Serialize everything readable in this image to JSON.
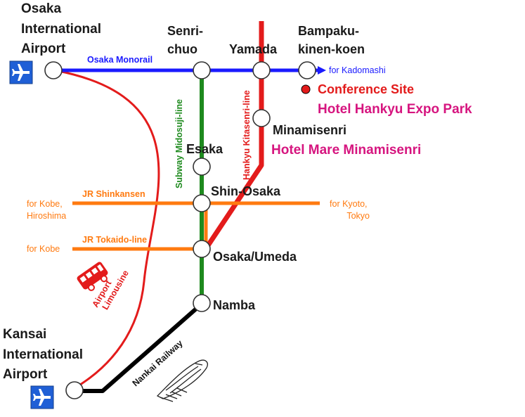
{
  "colors": {
    "monorail": "#1a1aff",
    "hankyu": "#e31b1b",
    "midosuji": "#1e8a1e",
    "jr": "#ff7a10",
    "nankai": "#000000",
    "limousine": "#e31b1b",
    "conference": "#d6157f",
    "airport_icon": "#1f5fd6"
  },
  "airports": {
    "osaka": {
      "line1": "Osaka",
      "line2": "International",
      "line3": "Airport",
      "icon": "airplane-icon"
    },
    "kansai": {
      "line1": "Kansai",
      "line2": "International",
      "line3": "Airport",
      "icon": "airplane-icon"
    }
  },
  "stations": {
    "senri_chuo": {
      "line1": "Senri-",
      "line2": "chuo"
    },
    "yamada": "Yamada",
    "bampaku": {
      "line1": "Bampaku-",
      "line2": "kinen-koen"
    },
    "minamisenri": "Minamisenri",
    "esaka": "Esaka",
    "shin_osaka": "Shin-Osaka",
    "osaka_umeda": "Osaka/Umeda",
    "namba": "Namba"
  },
  "lines": {
    "monorail": "Osaka Monorail",
    "midosuji": "Subway Midosuji-line",
    "hankyu": "Hankyu Kitasenri-line",
    "shinkansen": "JR Shinkansen",
    "tokaido": "JR Tokaido-line",
    "nankai": "Nankai Railway",
    "limousine": {
      "line1": "Airport",
      "line2": "Limousine"
    }
  },
  "destinations": {
    "kadomashi": "for Kadomashi",
    "kobe_hiroshima": {
      "line1": "for Kobe,",
      "line2": "Hiroshima"
    },
    "kyoto_tokyo": {
      "line1": "for Kyoto,",
      "line2": "Tokyo"
    },
    "kobe": "for Kobe"
  },
  "venues": {
    "conference_site": "Conference Site",
    "hotel_expo_park": "Hotel Hankyu Expo Park",
    "hotel_mare": "Hotel Mare Minamisenri"
  },
  "icons": {
    "bus": "bus-icon",
    "train": "train-icon"
  }
}
